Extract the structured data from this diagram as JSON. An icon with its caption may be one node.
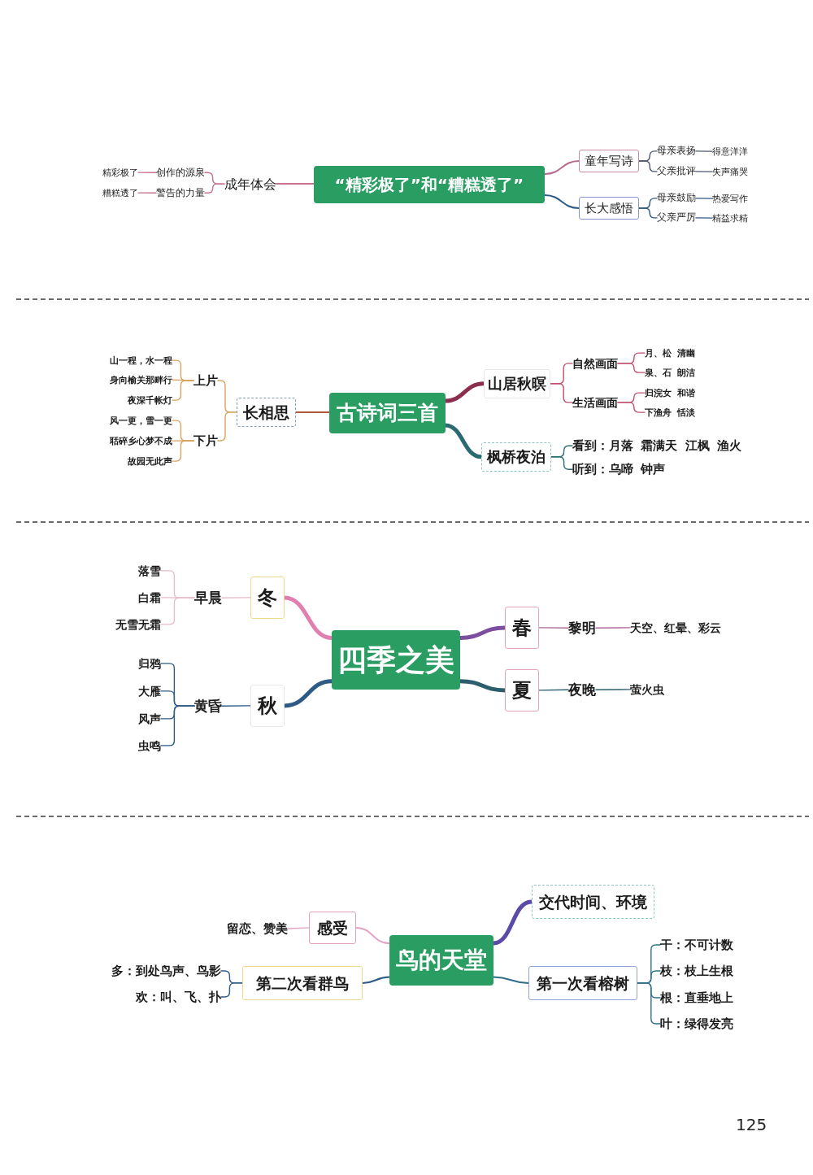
{
  "diagram": {
    "nodes": [
      {
        "text": [
          "“精彩极了”和“糟糕透了”"
        ]
      },
      {
        "text": [
          "成年体会"
        ]
      },
      {
        "text": [
          "创作的源泉"
        ]
      },
      {
        "text": [
          "警告的力量"
        ]
      },
      {
        "text": [
          "精彩极了"
        ]
      },
      {
        "text": [
          "糟糕透了"
        ]
      },
      {
        "text": [
          "童年写诗"
        ]
      },
      {
        "text": [
          "母亲表扬"
        ]
      },
      {
        "text": [
          "得意洋洋"
        ]
      },
      {
        "text": [
          "父亲批评"
        ]
      },
      {
        "text": [
          "失声痛哭"
        ]
      },
      {
        "text": [
          "长大感悟"
        ]
      },
      {
        "text": [
          "母亲鼓励"
        ]
      },
      {
        "text": [
          "热爱写作"
        ]
      },
      {
        "text": [
          "父亲严厉"
        ]
      },
      {
        "text": [
          "精益求精"
        ]
      },
      {
        "text": [
          "古诗词三首"
        ]
      },
      {
        "text": [
          "长相思"
        ]
      },
      {
        "text": [
          "上片"
        ]
      },
      {
        "text": [
          "山一程，水一程"
        ]
      },
      {
        "text": [
          "身向榆关那畔行"
        ]
      },
      {
        "text": [
          "夜深千帐灯"
        ]
      },
      {
        "text": [
          "下片"
        ]
      },
      {
        "text": [
          "风一更，雪一更"
        ]
      },
      {
        "text": [
          "聒碎乡心梦不成"
        ]
      },
      {
        "text": [
          "故园无此声"
        ]
      },
      {
        "text": [
          "山居秋暝"
        ]
      },
      {
        "text": [
          "自然画面"
        ]
      },
      {
        "text": [
          "月、松 清幽"
        ]
      },
      {
        "text": [
          "泉、石 朗洁"
        ]
      },
      {
        "text": [
          "生活画面"
        ]
      },
      {
        "text": [
          "归浣女 和谐"
        ]
      },
      {
        "text": [
          "下渔舟 恬淡"
        ]
      },
      {
        "text": [
          "枫桥夜泊"
        ]
      },
      {
        "text": [
          "看到：月落 霜满天 江枫 渔火"
        ]
      },
      {
        "text": [
          "听到：乌啼 钟声"
        ]
      },
      {
        "text": [
          "四季之美"
        ]
      },
      {
        "text": [
          "冬"
        ]
      },
      {
        "text": [
          "早晨"
        ]
      },
      {
        "text": [
          "落雪"
        ]
      },
      {
        "text": [
          "白霜"
        ]
      },
      {
        "text": [
          "无雪无霜"
        ]
      },
      {
        "text": [
          "秋"
        ]
      },
      {
        "text": [
          "黄昏"
        ]
      },
      {
        "text": [
          "归鸦"
        ]
      },
      {
        "text": [
          "大雁"
        ]
      },
      {
        "text": [
          "风声"
        ]
      },
      {
        "text": [
          "虫鸣"
        ]
      },
      {
        "text": [
          "春"
        ]
      },
      {
        "text": [
          "黎明"
        ]
      },
      {
        "text": [
          "天空、红晕、彩云"
        ]
      },
      {
        "text": [
          "夏"
        ]
      },
      {
        "text": [
          "夜晚"
        ]
      },
      {
        "text": [
          "萤火虫"
        ]
      },
      {
        "text": [
          "鸟的天堂"
        ]
      },
      {
        "text": [
          "交代时间、环境"
        ]
      },
      {
        "text": [
          "感受"
        ]
      },
      {
        "text": [
          "留恋、赞美"
        ]
      },
      {
        "text": [
          "第二次看群鸟"
        ]
      },
      {
        "text": [
          "多：到处鸟声、鸟影"
        ]
      },
      {
        "text": [
          "欢：叫、飞、扑"
        ]
      },
      {
        "text": [
          "第一次看榕树"
        ]
      },
      {
        "text": [
          "干：不可计数"
        ]
      },
      {
        "text": [
          "枝：枝上生根"
        ]
      },
      {
        "text": [
          "根：直垂地上"
        ]
      },
      {
        "text": [
          "叶：绿得发亮"
        ]
      }
    ],
    "edges": [
      {
        "from": 0,
        "to": 1,
        "arrow": "none",
        "color": "#c9708f"
      },
      {
        "from": 1,
        "to": 2,
        "arrow": "none",
        "color": "#c9708f"
      },
      {
        "from": 1,
        "to": 3,
        "arrow": "none",
        "color": "#c9708f"
      },
      {
        "from": 2,
        "to": 4,
        "arrow": "none",
        "color": "#c9708f"
      },
      {
        "from": 3,
        "to": 5,
        "arrow": "none",
        "color": "#c9708f"
      },
      {
        "from": 0,
        "to": 6,
        "arrow": "none",
        "color": "#b86a8c"
      },
      {
        "from": 6,
        "to": 7,
        "arrow": "none",
        "color": "#4e5873"
      },
      {
        "from": 6,
        "to": 9,
        "arrow": "none",
        "color": "#4e5873"
      },
      {
        "from": 7,
        "to": 8,
        "arrow": "none",
        "color": "#4e5873"
      },
      {
        "from": 9,
        "to": 10,
        "arrow": "none",
        "color": "#4e5873"
      },
      {
        "from": 0,
        "to": 11,
        "arrow": "none"
      },
      {
        "from": 11,
        "to": 12,
        "arrow": "none"
      },
      {
        "from": 11,
        "to": 14,
        "arrow": "none"
      },
      {
        "from": 12,
        "to": 13,
        "arrow": "none"
      },
      {
        "from": 14,
        "to": 15,
        "arrow": "none"
      },
      {
        "from": 16,
        "to": 17,
        "arrow": "none",
        "color": "#b0583c"
      },
      {
        "from": 17,
        "to": 18,
        "arrow": "none",
        "color": "#d9a35f"
      },
      {
        "from": 17,
        "to": 22,
        "arrow": "none",
        "color": "#d9a35f"
      },
      {
        "from": 18,
        "to": 19,
        "arrow": "none",
        "color": "#d9a35f"
      },
      {
        "from": 18,
        "to": 20,
        "arrow": "none",
        "color": "#d9a35f"
      },
      {
        "from": 18,
        "to": 21,
        "arrow": "none",
        "color": "#d9a35f"
      },
      {
        "from": 22,
        "to": 23,
        "arrow": "none",
        "color": "#d9a35f"
      },
      {
        "from": 22,
        "to": 24,
        "arrow": "none",
        "color": "#d9a35f"
      },
      {
        "from": 22,
        "to": 25,
        "arrow": "none",
        "color": "#d9a35f"
      },
      {
        "from": 16,
        "to": 26,
        "arrow": "none",
        "style": "thick",
        "color": "#8c2e4e"
      },
      {
        "from": 26,
        "to": 27,
        "arrow": "none",
        "color": "#c0506e"
      },
      {
        "from": 26,
        "to": 30,
        "arrow": "none",
        "color": "#c0506e"
      },
      {
        "from": 27,
        "to": 28,
        "arrow": "none",
        "color": "#c0506e"
      },
      {
        "from": 27,
        "to": 29,
        "arrow": "none",
        "color": "#c0506e"
      },
      {
        "from": 30,
        "to": 31,
        "arrow": "none",
        "color": "#c0506e"
      },
      {
        "from": 30,
        "to": 32,
        "arrow": "none",
        "color": "#c0506e"
      },
      {
        "from": 16,
        "to": 33,
        "arrow": "none",
        "style": "thick",
        "color": "#2a6a70"
      },
      {
        "from": 33,
        "to": 34,
        "arrow": "none",
        "color": "#2a6a70"
      },
      {
        "from": 33,
        "to": 35,
        "arrow": "none",
        "color": "#2a6a70"
      },
      {
        "from": 36,
        "to": 37,
        "arrow": "none",
        "style": "thick",
        "color": "#e17fb0"
      },
      {
        "from": 37,
        "to": 38,
        "arrow": "none",
        "color": "#e8bccb"
      },
      {
        "from": 38,
        "to": 39,
        "arrow": "none",
        "color": "#e8bccb"
      },
      {
        "from": 38,
        "to": 40,
        "arrow": "none",
        "color": "#e8bccb"
      },
      {
        "from": 38,
        "to": 41,
        "arrow": "none",
        "color": "#e8bccb"
      },
      {
        "from": 36,
        "to": 42,
        "arrow": "none",
        "style": "thick"
      },
      {
        "from": 42,
        "to": 43,
        "arrow": "none"
      },
      {
        "from": 43,
        "to": 44,
        "arrow": "none"
      },
      {
        "from": 43,
        "to": 45,
        "arrow": "none"
      },
      {
        "from": 43,
        "to": 46,
        "arrow": "none"
      },
      {
        "from": 43,
        "to": 47,
        "arrow": "none"
      },
      {
        "from": 36,
        "to": 48,
        "arrow": "none",
        "style": "thick",
        "color": "#7b4f9e"
      },
      {
        "from": 48,
        "to": 49,
        "arrow": "none",
        "color": "#b0689a"
      },
      {
        "from": 49,
        "to": 50,
        "arrow": "none",
        "color": "#b0689a"
      },
      {
        "from": 36,
        "to": 51,
        "arrow": "none",
        "style": "thick",
        "color": "#2b5f6e"
      },
      {
        "from": 51,
        "to": 52,
        "arrow": "none",
        "color": "#2b5f6e"
      },
      {
        "from": 52,
        "to": 53,
        "arrow": "none",
        "color": "#2b5f6e"
      },
      {
        "from": 54,
        "to": 55,
        "arrow": "none",
        "style": "thick",
        "color": "#5b4aa8"
      },
      {
        "from": 54,
        "to": 56,
        "arrow": "none",
        "color": "#e2a3c4"
      },
      {
        "from": 56,
        "to": 57,
        "arrow": "none",
        "color": "#e2a3c4"
      },
      {
        "from": 54,
        "to": 58,
        "arrow": "none"
      },
      {
        "from": 58,
        "to": 59,
        "arrow": "none"
      },
      {
        "from": 58,
        "to": 60,
        "arrow": "none"
      },
      {
        "from": 54,
        "to": 61,
        "arrow": "none",
        "color": "#2f6f88"
      },
      {
        "from": 61,
        "to": 62,
        "arrow": "none",
        "color": "#2f6f88"
      },
      {
        "from": 61,
        "to": 63,
        "arrow": "none",
        "color": "#2f6f88"
      },
      {
        "from": 61,
        "to": 64,
        "arrow": "none",
        "color": "#2f6f88"
      },
      {
        "from": 61,
        "to": 65,
        "arrow": "none",
        "color": "#2f6f88"
      }
    ],
    "labels": [
      "125"
    ]
  }
}
